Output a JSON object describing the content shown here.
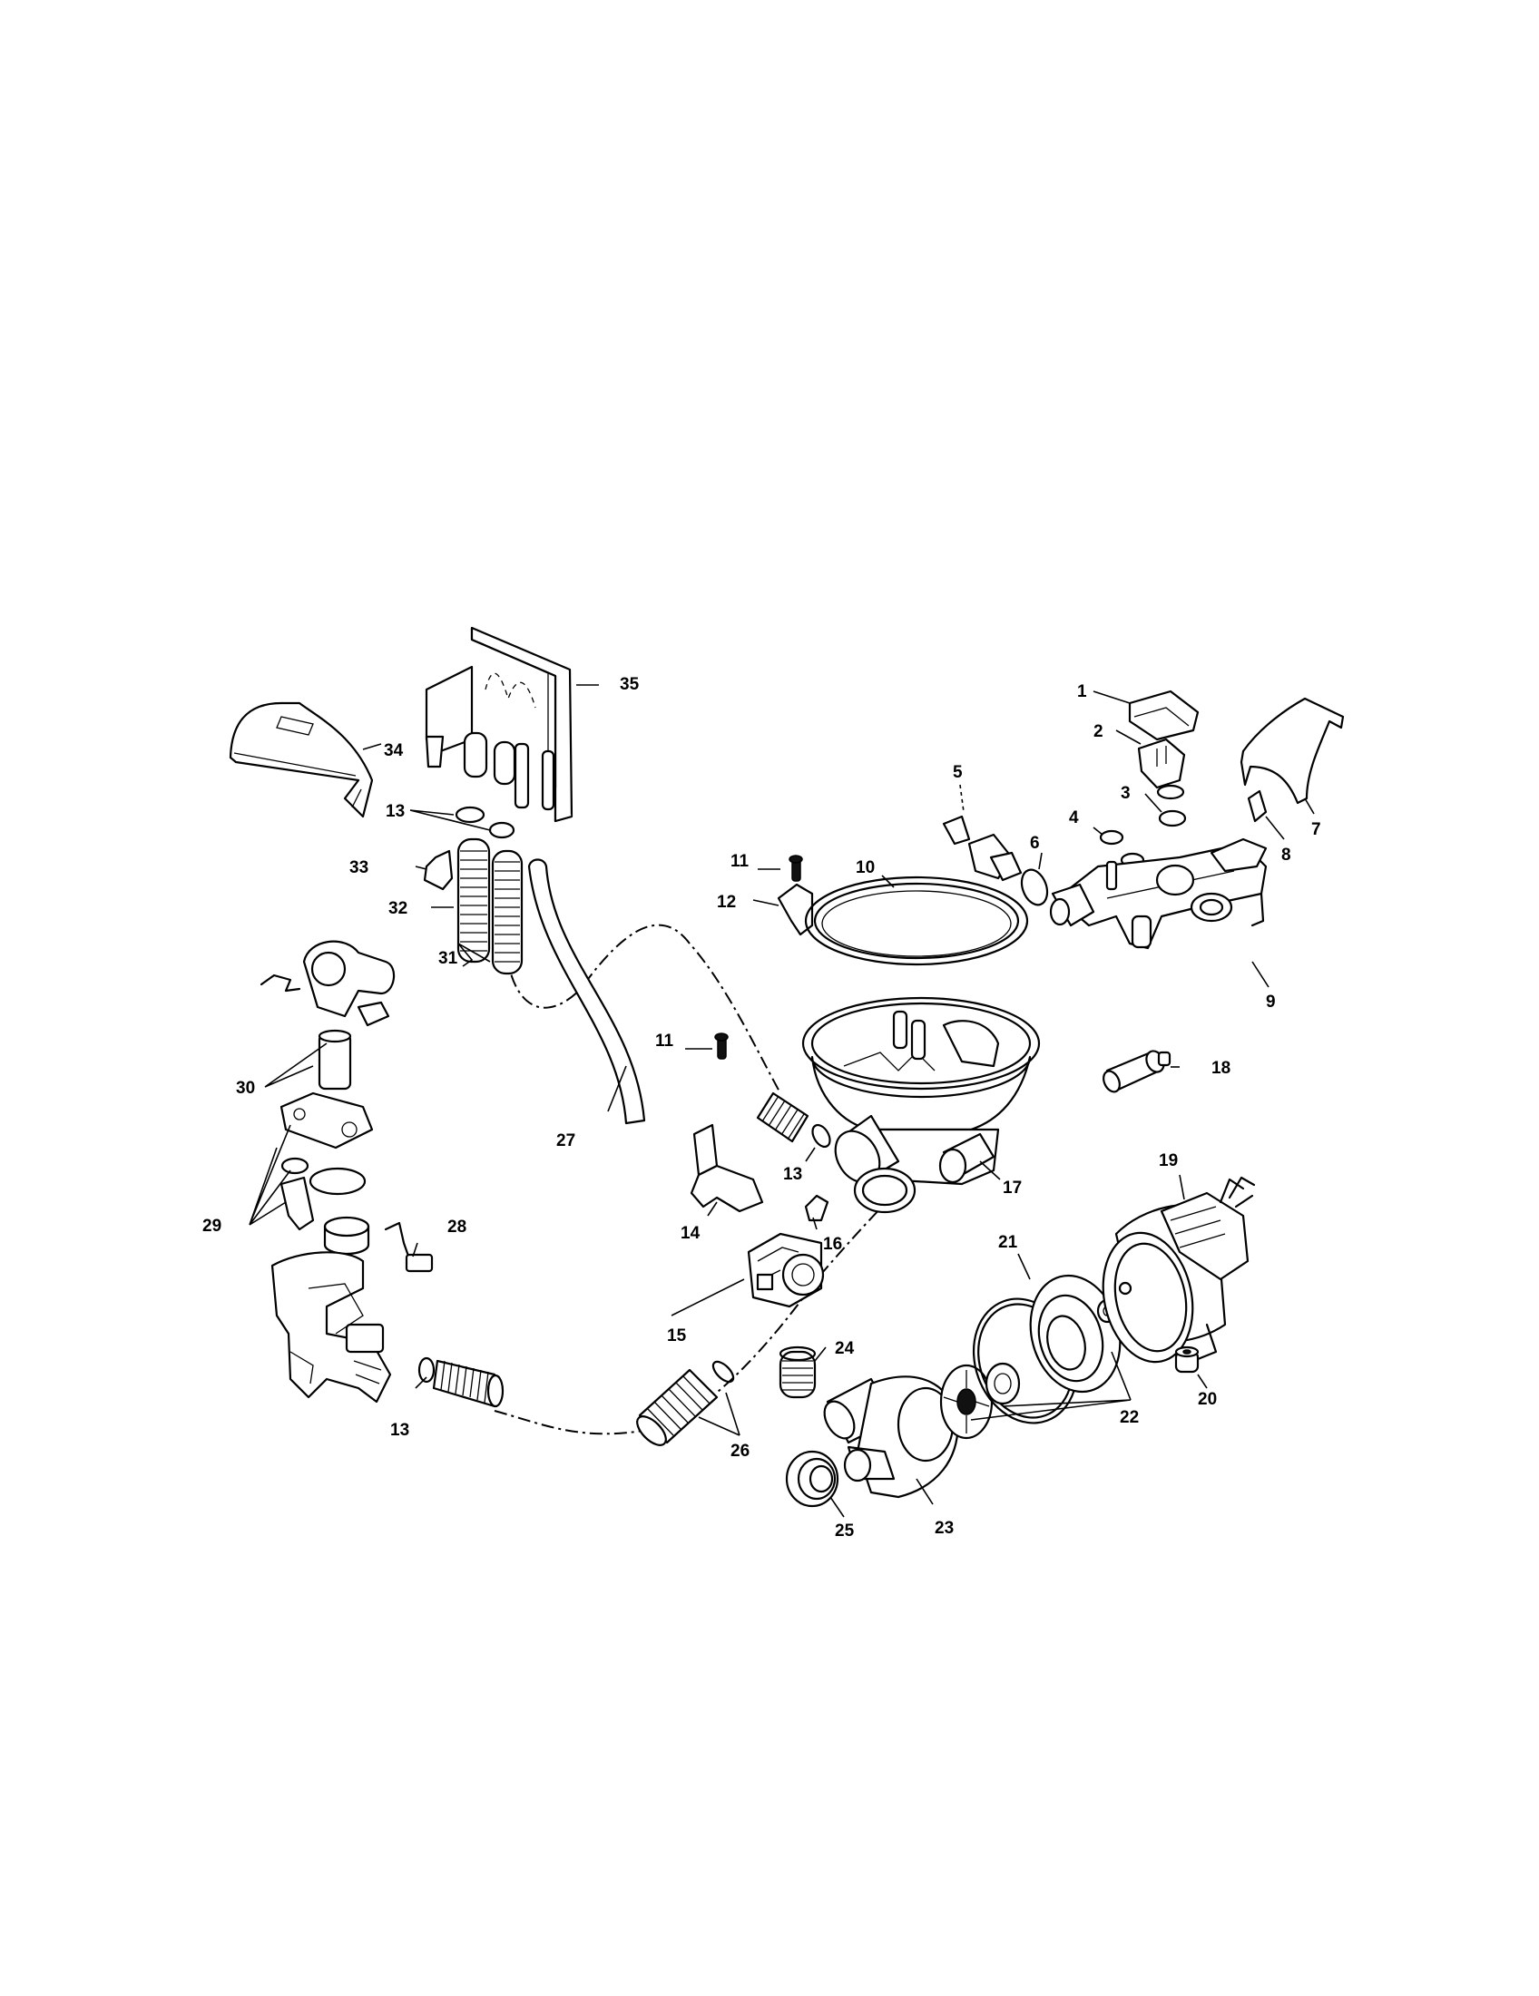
{
  "callouts": [
    {
      "id": "c1",
      "label": "1"
    },
    {
      "id": "c2",
      "label": "2"
    },
    {
      "id": "c3",
      "label": "3"
    },
    {
      "id": "c4",
      "label": "4"
    },
    {
      "id": "c5",
      "label": "5"
    },
    {
      "id": "c6",
      "label": "6"
    },
    {
      "id": "c7",
      "label": "7"
    },
    {
      "id": "c8",
      "label": "8"
    },
    {
      "id": "c9",
      "label": "9"
    },
    {
      "id": "c10",
      "label": "10"
    },
    {
      "id": "c11a",
      "label": "11"
    },
    {
      "id": "c11b",
      "label": "11"
    },
    {
      "id": "c12",
      "label": "12"
    },
    {
      "id": "c13a",
      "label": "13"
    },
    {
      "id": "c13b",
      "label": "13"
    },
    {
      "id": "c13c",
      "label": "13"
    },
    {
      "id": "c14",
      "label": "14"
    },
    {
      "id": "c15",
      "label": "15"
    },
    {
      "id": "c16",
      "label": "16"
    },
    {
      "id": "c17",
      "label": "17"
    },
    {
      "id": "c18",
      "label": "18"
    },
    {
      "id": "c19",
      "label": "19"
    },
    {
      "id": "c20",
      "label": "20"
    },
    {
      "id": "c21",
      "label": "21"
    },
    {
      "id": "c22",
      "label": "22"
    },
    {
      "id": "c23",
      "label": "23"
    },
    {
      "id": "c24",
      "label": "24"
    },
    {
      "id": "c25",
      "label": "25"
    },
    {
      "id": "c26",
      "label": "26"
    },
    {
      "id": "c27",
      "label": "27"
    },
    {
      "id": "c28",
      "label": "28"
    },
    {
      "id": "c29",
      "label": "29"
    },
    {
      "id": "c30",
      "label": "30"
    },
    {
      "id": "c31",
      "label": "31"
    },
    {
      "id": "c32",
      "label": "32"
    },
    {
      "id": "c33",
      "label": "33"
    },
    {
      "id": "c34",
      "label": "34"
    },
    {
      "id": "c35",
      "label": "35"
    }
  ]
}
